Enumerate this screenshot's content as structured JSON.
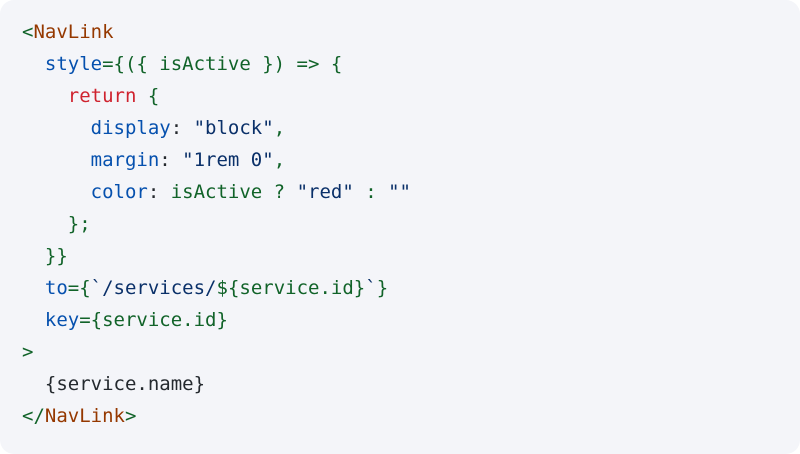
{
  "card": {
    "background": "#f4f5f9",
    "language": "jsx",
    "colors": {
      "tag": "#953800",
      "attribute": "#0550ae",
      "property": "#0550ae",
      "keyword": "#cf222e",
      "string": "#0a3069",
      "identifier": "#116329",
      "punctuation": "#116329",
      "plain": "#24292e"
    }
  },
  "code": {
    "lines": [
      {
        "indent": 0,
        "tokens": [
          {
            "text": "<",
            "type": "punctuation"
          },
          {
            "text": "NavLink",
            "type": "tag"
          }
        ]
      },
      {
        "indent": 1,
        "tokens": [
          {
            "text": "style",
            "type": "attribute"
          },
          {
            "text": "={({ isActive }) => {",
            "type": "punctuation"
          }
        ]
      },
      {
        "indent": 2,
        "tokens": [
          {
            "text": "return",
            "type": "keyword"
          },
          {
            "text": " {",
            "type": "punctuation"
          }
        ]
      },
      {
        "indent": 3,
        "tokens": [
          {
            "text": "display",
            "type": "property"
          },
          {
            "text": ": ",
            "type": "plain"
          },
          {
            "text": "\"block\"",
            "type": "string"
          },
          {
            "text": ",",
            "type": "punctuation"
          }
        ]
      },
      {
        "indent": 3,
        "tokens": [
          {
            "text": "margin",
            "type": "property"
          },
          {
            "text": ": ",
            "type": "plain"
          },
          {
            "text": "\"1rem 0\"",
            "type": "string"
          },
          {
            "text": ",",
            "type": "punctuation"
          }
        ]
      },
      {
        "indent": 3,
        "tokens": [
          {
            "text": "color",
            "type": "property"
          },
          {
            "text": ": ",
            "type": "plain"
          },
          {
            "text": "isActive ? ",
            "type": "identifier"
          },
          {
            "text": "\"red\"",
            "type": "string"
          },
          {
            "text": " : ",
            "type": "identifier"
          },
          {
            "text": "\"\"",
            "type": "string"
          }
        ]
      },
      {
        "indent": 2,
        "tokens": [
          {
            "text": "};",
            "type": "punctuation"
          }
        ]
      },
      {
        "indent": 1,
        "tokens": [
          {
            "text": "}}",
            "type": "punctuation"
          }
        ]
      },
      {
        "indent": 1,
        "tokens": [
          {
            "text": "to",
            "type": "attribute"
          },
          {
            "text": "={",
            "type": "punctuation"
          },
          {
            "text": "`/services/",
            "type": "string"
          },
          {
            "text": "${service.id}",
            "type": "identifier"
          },
          {
            "text": "`",
            "type": "string"
          },
          {
            "text": "}",
            "type": "punctuation"
          }
        ]
      },
      {
        "indent": 1,
        "tokens": [
          {
            "text": "key",
            "type": "attribute"
          },
          {
            "text": "={service.id}",
            "type": "punctuation"
          }
        ]
      },
      {
        "indent": 0,
        "tokens": [
          {
            "text": ">",
            "type": "punctuation"
          }
        ]
      },
      {
        "indent": 1,
        "tokens": [
          {
            "text": "{service.name}",
            "type": "plain"
          }
        ]
      },
      {
        "indent": 0,
        "tokens": [
          {
            "text": "</",
            "type": "punctuation"
          },
          {
            "text": "NavLink",
            "type": "tag"
          },
          {
            "text": ">",
            "type": "punctuation"
          }
        ]
      }
    ]
  }
}
